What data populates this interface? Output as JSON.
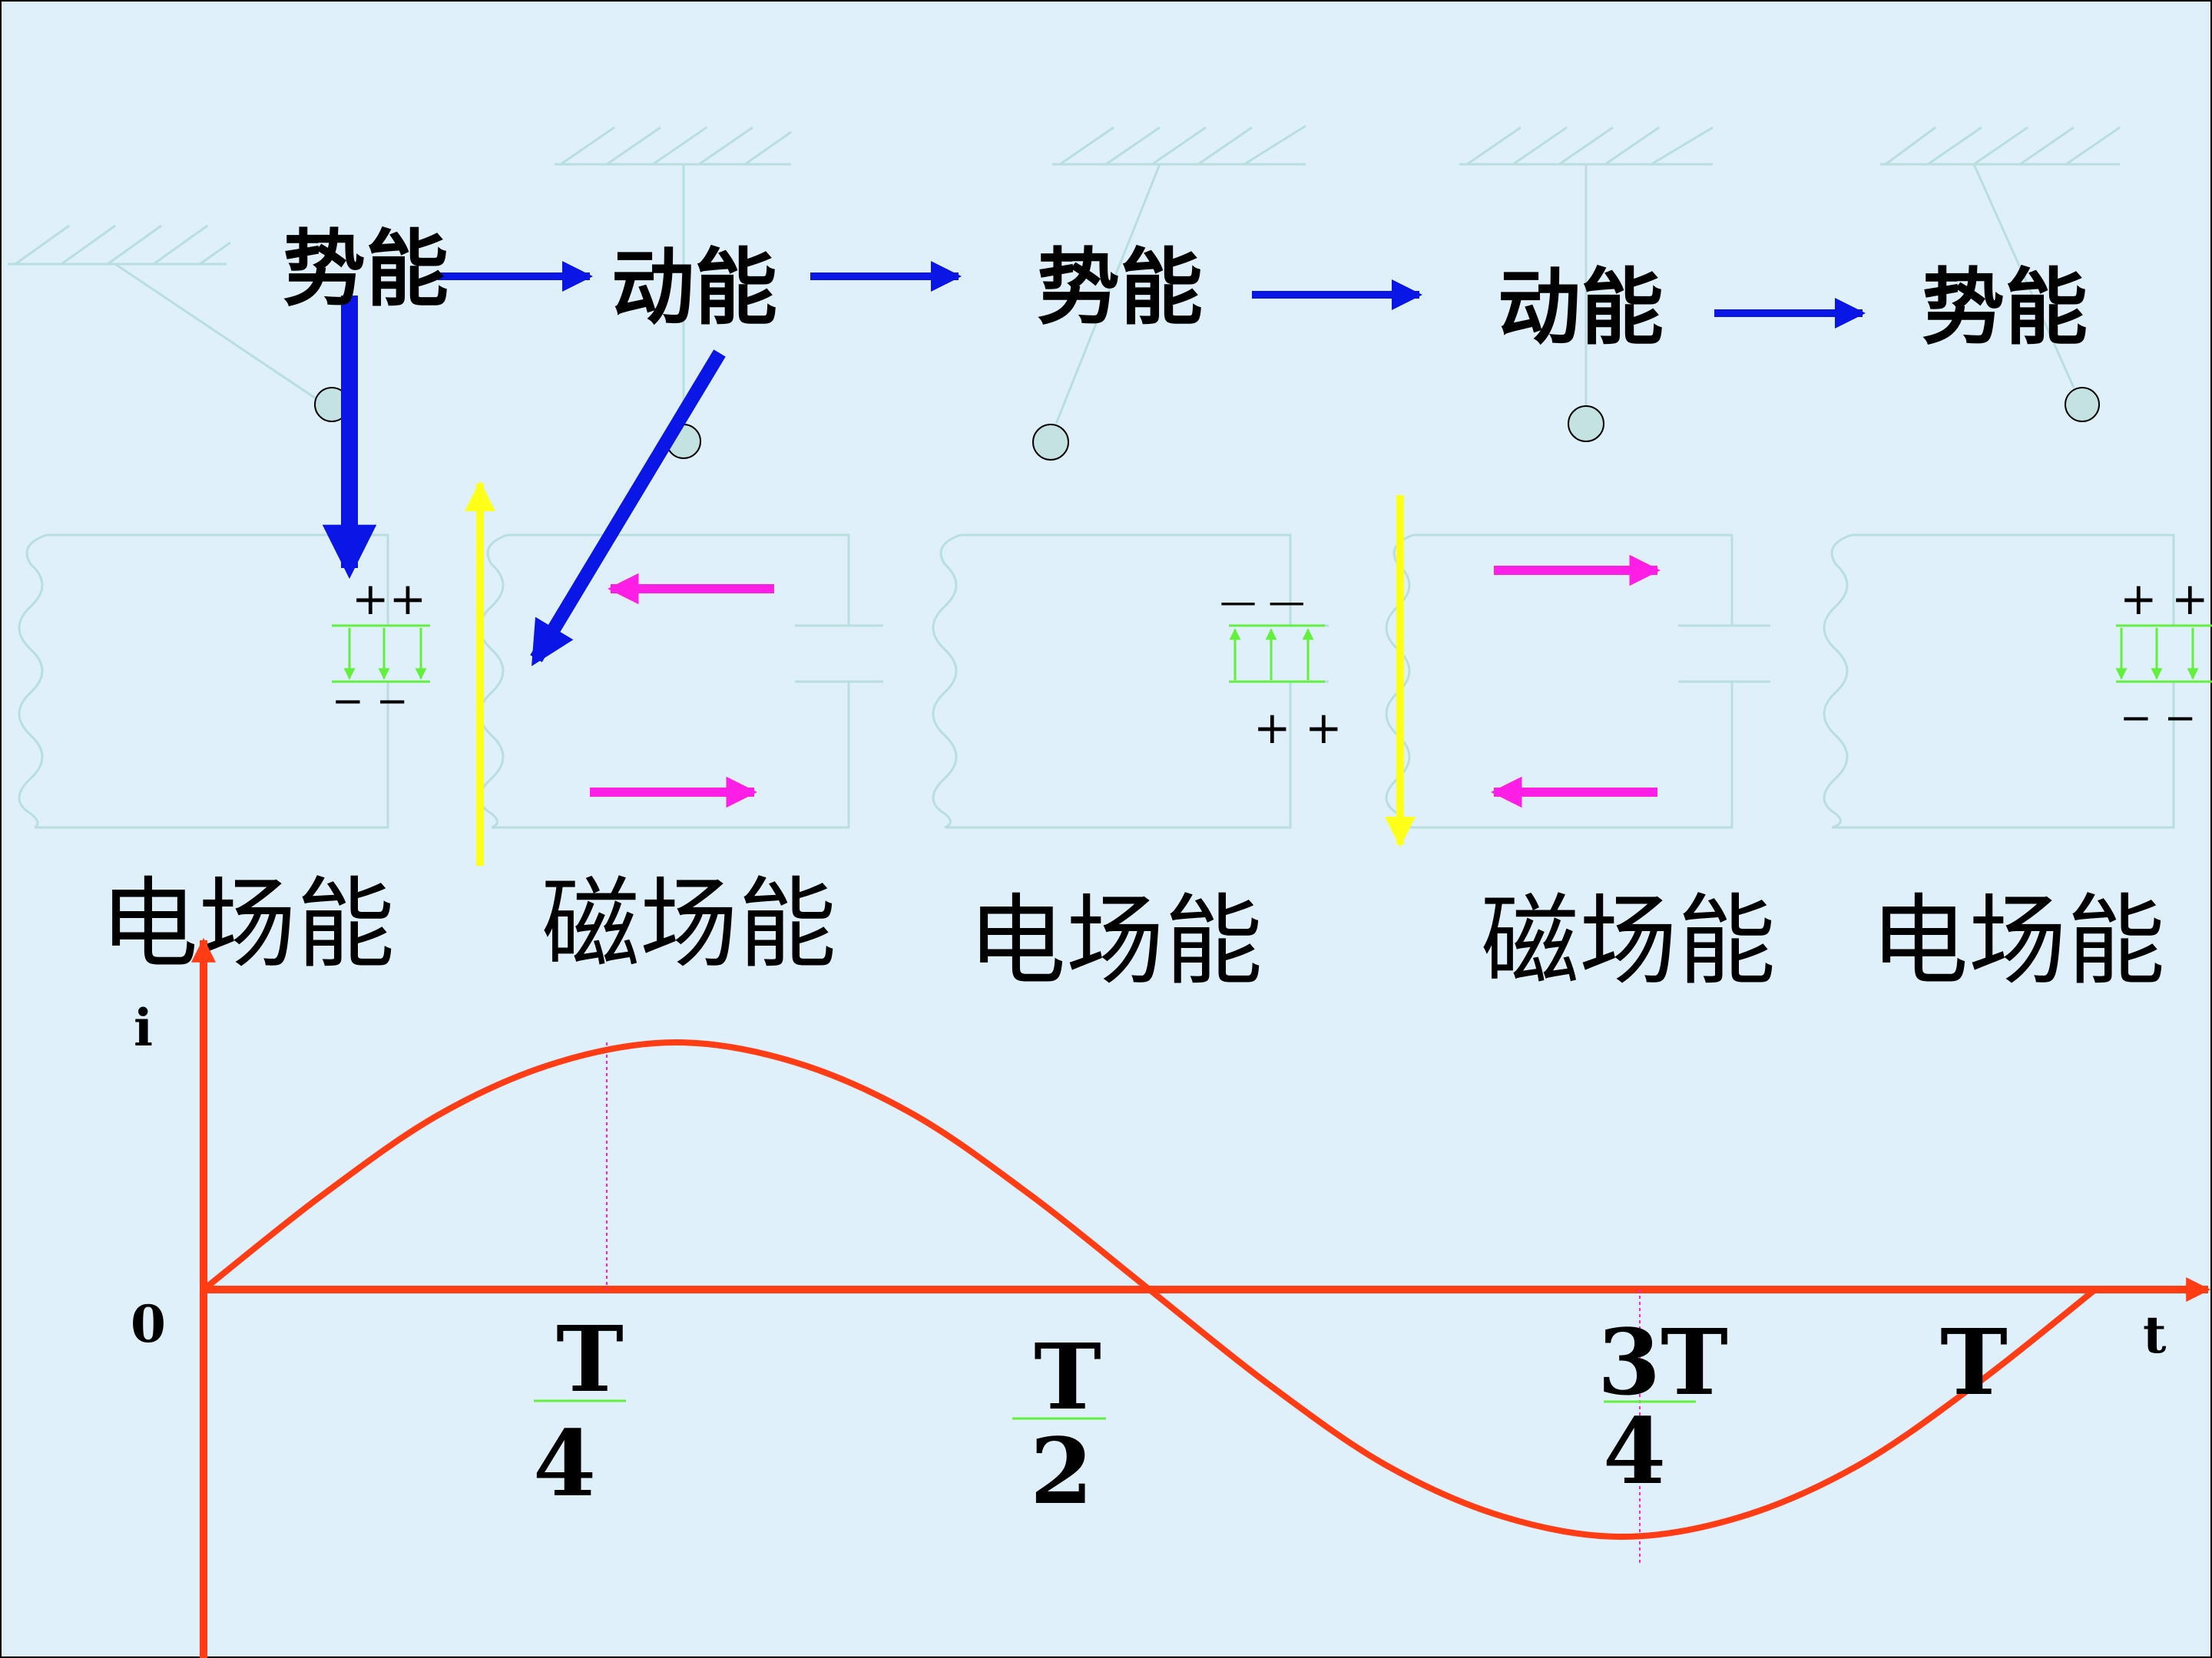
{
  "colors": {
    "background": "#dff0fa",
    "energy_arrow": "#0a16e6",
    "curve": "#ff3c14",
    "b_field": "#ffff1a",
    "current_arrow": "#ff1ee6",
    "e_field": "#62f03c",
    "faint": "#b8dede",
    "ball": "#c4e2e2",
    "text": "#000000"
  },
  "energy_labels": [
    "势能",
    "动能",
    "势能",
    "动能",
    "势能"
  ],
  "field_labels": [
    "电场能",
    "磁场能",
    "电场能",
    "磁场能",
    "电场能"
  ],
  "charges": {
    "c1_top": "++",
    "c1_bottom": "− −",
    "c3_top": "— —",
    "c3_bottom": "+ +",
    "c5_top": "+ +",
    "c5_bottom": "− −"
  },
  "graph": {
    "y_label": "i",
    "x_label": "t",
    "origin": "0",
    "ticks": [
      {
        "num": "T",
        "den": "4"
      },
      {
        "num": "T",
        "den": "2"
      },
      {
        "num": "3T",
        "den": "4"
      },
      {
        "num": "T",
        "den": ""
      }
    ]
  },
  "chart_data": {
    "type": "line",
    "title": "",
    "xlabel": "t",
    "ylabel": "i",
    "x_ticks": [
      "0",
      "T/4",
      "T/2",
      "3T/4",
      "T"
    ],
    "series": [
      {
        "x": [
          0,
          0.0625,
          0.125,
          0.1875,
          0.25,
          0.3125,
          0.375,
          0.4375,
          0.5,
          0.5625,
          0.625,
          0.6875,
          0.75,
          0.8125,
          0.875,
          0.9375,
          1.0
        ],
        "y": [
          0,
          0.38,
          0.71,
          0.92,
          1.0,
          0.92,
          0.71,
          0.38,
          0,
          -0.38,
          -0.71,
          -0.92,
          -1.0,
          -0.92,
          -0.71,
          -0.38,
          0
        ]
      }
    ]
  }
}
